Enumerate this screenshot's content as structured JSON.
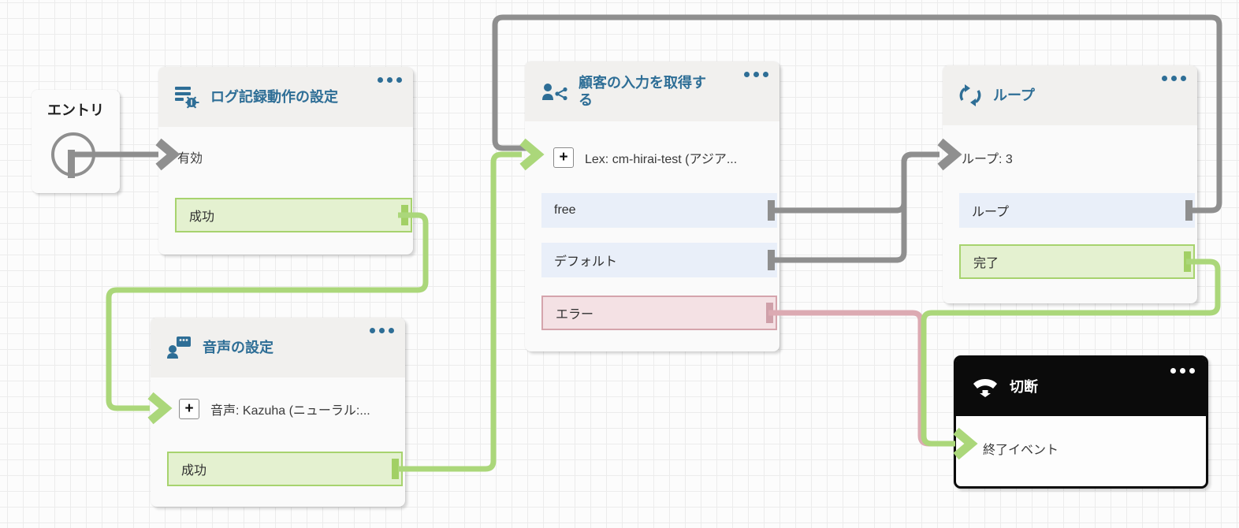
{
  "entry": {
    "label": "エントリ"
  },
  "logging": {
    "title": "ログ記録動作の設定",
    "state": "有効",
    "output_success": "成功"
  },
  "voice": {
    "title": "音声の設定",
    "expand_label": "+",
    "parameter": "音声: Kazuha (ニューラル:...",
    "output_success": "成功"
  },
  "input": {
    "title": "顧客の入力を取得する",
    "expand_label": "+",
    "parameter": "Lex: cm-hirai-test (アジア...",
    "output_free": "free",
    "output_default": "デフォルト",
    "output_error": "エラー"
  },
  "loop": {
    "title": "ループ",
    "state": "ループ: 3",
    "output_loop": "ループ",
    "output_done": "完了"
  },
  "disconnect": {
    "title": "切断",
    "event": "終了イベント"
  },
  "icons": {
    "logging": "logging-bug-icon",
    "voice": "voice-chat-icon",
    "input": "customer-input-icon",
    "loop": "loop-arrows-icon",
    "disconnect": "hang-up-phone-icon",
    "menu": "ellipsis-menu-icon",
    "expand": "plus-icon"
  },
  "colors": {
    "title_blue": "#2e6e96",
    "success_bg": "#e4f1d0",
    "success_border": "#a7d36e",
    "neutral_bg": "#e9eff9",
    "error_bg": "#f4e1e4",
    "error_border": "#d5a4ac",
    "wire_gray": "#8f8f8f",
    "wire_green": "#abd77a",
    "wire_pink": "#dcaab2",
    "disconnect_black": "#0b0b0b"
  }
}
